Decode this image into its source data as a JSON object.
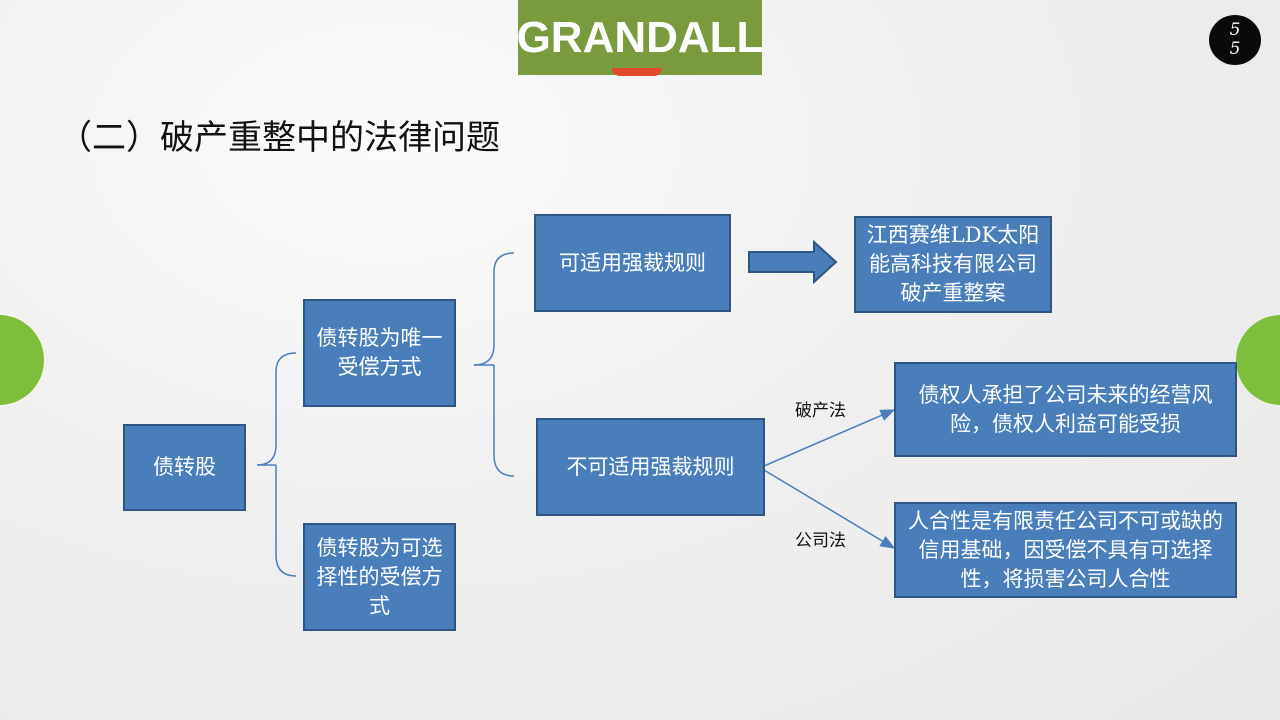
{
  "logo": {
    "text": "GRANDALL"
  },
  "page_number": {
    "line1": "5",
    "line2": "5"
  },
  "title": "（二）破产重整中的法律问题",
  "nodes": {
    "root": "债转股",
    "only_way": "债转股为唯一受偿方式",
    "optional_way": "债转股为可选择性的受偿方式",
    "cramdown_applicable": "可适用强裁规则",
    "cramdown_not_applicable": "不可适用强裁规则",
    "ldk_case": "江西赛维LDK太阳能高科技有限公司破产重整案",
    "bankruptcy_result": "债权人承担了公司未来的经营风险，债权人利益可能受损",
    "company_result": "人合性是有限责任公司不可或缺的信用基础，因受偿不具有可选择性，将损害公司人合性"
  },
  "edge_labels": {
    "bankruptcy_law": "破产法",
    "company_law": "公司法"
  },
  "colors": {
    "box_fill": "#4a7ebb",
    "box_border": "#2f5683",
    "logo_bg": "#7a9a3e",
    "accent_green": "#7dbf3a"
  }
}
